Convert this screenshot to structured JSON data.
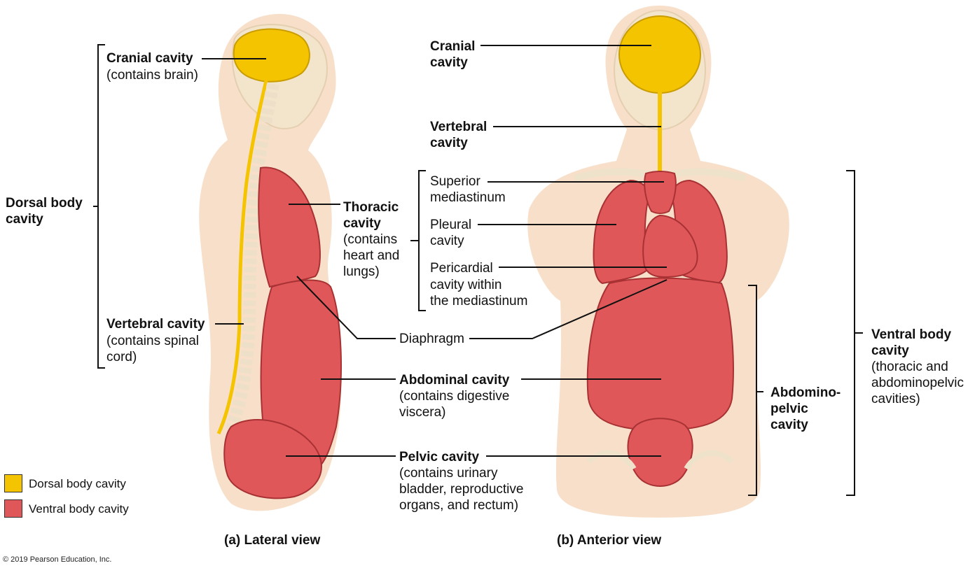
{
  "colors": {
    "dorsal": "#f4c400",
    "ventral": "#e0575a",
    "skin": "#f7dcc3",
    "bone": "#f3e4cc"
  },
  "lateral": {
    "cranial": {
      "title": "Cranial cavity",
      "desc": "(contains brain)"
    },
    "dorsal_body": {
      "line1": "Dorsal body",
      "line2": "cavity"
    },
    "thoracic": {
      "line1": "Thoracic",
      "line2": "cavity",
      "line3": "(contains",
      "line4": "heart and",
      "line5": "lungs)"
    },
    "vertebral": {
      "title": "Vertebral cavity",
      "line2": "(contains spinal",
      "line3": "cord)"
    },
    "caption": "(a) Lateral view"
  },
  "middle": {
    "diaphragm": "Diaphragm",
    "abdominal": {
      "title": "Abdominal cavity",
      "line2": "(contains digestive",
      "line3": "viscera)"
    },
    "pelvic": {
      "title": "Pelvic cavity",
      "line2": "(contains urinary",
      "line3": "bladder, reproductive",
      "line4": "organs, and rectum)"
    }
  },
  "anterior": {
    "cranial": {
      "line1": "Cranial",
      "line2": "cavity"
    },
    "vertebral": {
      "line1": "Vertebral",
      "line2": "cavity"
    },
    "superior": {
      "line1": "Superior",
      "line2": "mediastinum"
    },
    "pleural": {
      "line1": "Pleural",
      "line2": "cavity"
    },
    "pericardial": {
      "line1": "Pericardial",
      "line2": "cavity within",
      "line3": "the mediastinum"
    },
    "abdominopelvic": {
      "line1": "Abdomino-",
      "line2": "pelvic",
      "line3": "cavity"
    },
    "ventral_body": {
      "line1": "Ventral body",
      "line2": "cavity",
      "line3": "(thoracic and",
      "line4": "abdominopelvic",
      "line5": "cavities)"
    },
    "caption": "(b) Anterior view"
  },
  "legend": [
    {
      "label": "Dorsal body cavity",
      "icon": "yellow-swatch"
    },
    {
      "label": "Ventral body cavity",
      "icon": "red-swatch"
    }
  ],
  "copyright": "© 2019 Pearson Education, Inc."
}
